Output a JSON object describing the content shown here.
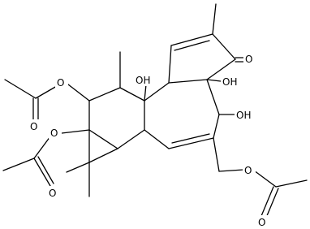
{
  "molecule": {
    "labels": {
      "o_acetoxy1_ester": "O",
      "o_acetoxy1_carbonyl": "O",
      "o_acetoxy2_ester": "O",
      "o_acetoxy2_carbonyl": "O",
      "oh_1": "OH",
      "oh_2": "OH",
      "oh_3": "OH",
      "o_ketone": "O",
      "o_acetoxy3_ester": "O",
      "o_acetoxy3_carbonyl": "O"
    }
  }
}
